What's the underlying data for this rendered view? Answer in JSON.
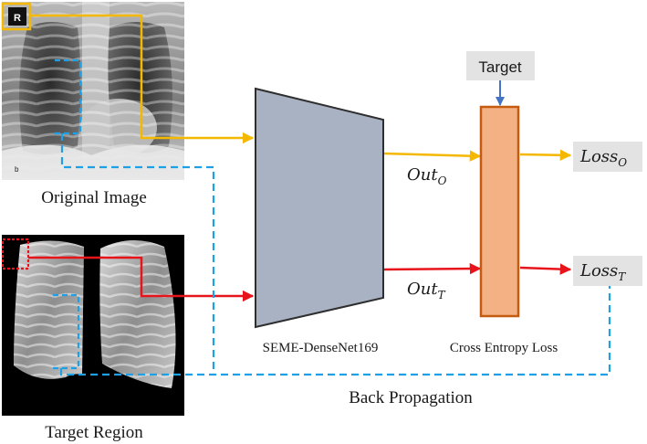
{
  "labels": {
    "original_image": "Original Image",
    "target_region": "Target Region",
    "network": "SEME-DenseNet169",
    "loss_block": "Cross Entropy Loss",
    "target": "Target",
    "back_propagation": "Back Propagation",
    "xray_marker": "R",
    "xray_corner_mark": "b"
  },
  "outputs": {
    "out_original": {
      "base": "Out",
      "sub": "O"
    },
    "out_target": {
      "base": "Out",
      "sub": "T"
    },
    "loss_original": {
      "base": "Loss",
      "sub": "O"
    },
    "loss_target": {
      "base": "Loss",
      "sub": "T"
    }
  },
  "colors": {
    "original_path": "#f5b800",
    "target_path": "#e8141c",
    "back_prop": "#1ea0e6",
    "network_fill": "#a8b2c2",
    "network_stroke": "#2e2e2e",
    "loss_fill": "#f4b183",
    "loss_stroke": "#c55a11",
    "label_box": "#e3e3e3",
    "target_arrow": "#4472c4"
  }
}
